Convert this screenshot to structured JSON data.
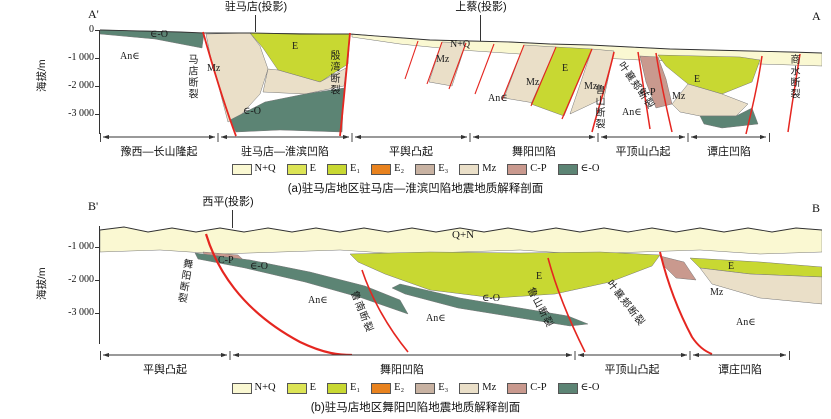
{
  "figure": {
    "caption_a": "(a)驻马店地区驻马店—淮滨凹陷地震地质解释剖面",
    "caption_b": "(b)驻马店地区舞阳凹陷地震地质解释剖面"
  },
  "legend": {
    "items": [
      {
        "label": "N+Q",
        "color": "#FAF8D2"
      },
      {
        "label": "E",
        "color": "#DCE455"
      },
      {
        "label": "E₁",
        "color": "#C8D832"
      },
      {
        "label": "E₂",
        "color": "#E8821E"
      },
      {
        "label": "E₃",
        "color": "#C8B2A2"
      },
      {
        "label": "Mz",
        "color": "#EADFC8"
      },
      {
        "label": "C-P",
        "color": "#C9998E"
      },
      {
        "label": "∈-O",
        "color": "#5C8474"
      }
    ]
  },
  "profile_a": {
    "end_left": "A'",
    "end_right": "A",
    "projections": [
      "驻马店(投影)",
      "上蔡(投影)"
    ],
    "axis": {
      "title": "海拔/m",
      "ticks": [
        "0",
        "-1 000",
        "-2 000",
        "-3 000"
      ]
    },
    "units": [
      "∈-O",
      "An∈",
      "Mz",
      "E",
      "∈-O",
      "N+Q",
      "Mz",
      "An∈",
      "Mz",
      "E",
      "Mz",
      "C-P",
      "Mz",
      "E",
      "An∈"
    ],
    "faults": [
      "马店断裂",
      "殷湾断裂",
      "鲁山断裂",
      "叶襄郏断裂",
      "商水断裂"
    ],
    "zones": [
      "豫西—长山隆起",
      "驻马店—淮滨凹陷",
      "平舆凸起",
      "舞阳凹陷",
      "平顶山凸起",
      "谭庄凹陷"
    ]
  },
  "profile_b": {
    "end_left": "B'",
    "end_right": "B",
    "projections": [
      "西平(投影)"
    ],
    "axis": {
      "title": "海拔/m",
      "ticks": [
        "-1 000",
        "-2 000",
        "-3 000"
      ]
    },
    "units": [
      "Q+N",
      "C-P",
      "∈-O",
      "An∈",
      "E",
      "∈-O",
      "An∈",
      "E",
      "Mz",
      "An∈"
    ],
    "faults": [
      "舞阳断裂",
      "鲁南断裂",
      "鲁山断裂",
      "叶襄郏断裂"
    ],
    "zones": [
      "平舆凸起",
      "舞阳凹陷",
      "平顶山凸起",
      "谭庄凹陷"
    ]
  }
}
